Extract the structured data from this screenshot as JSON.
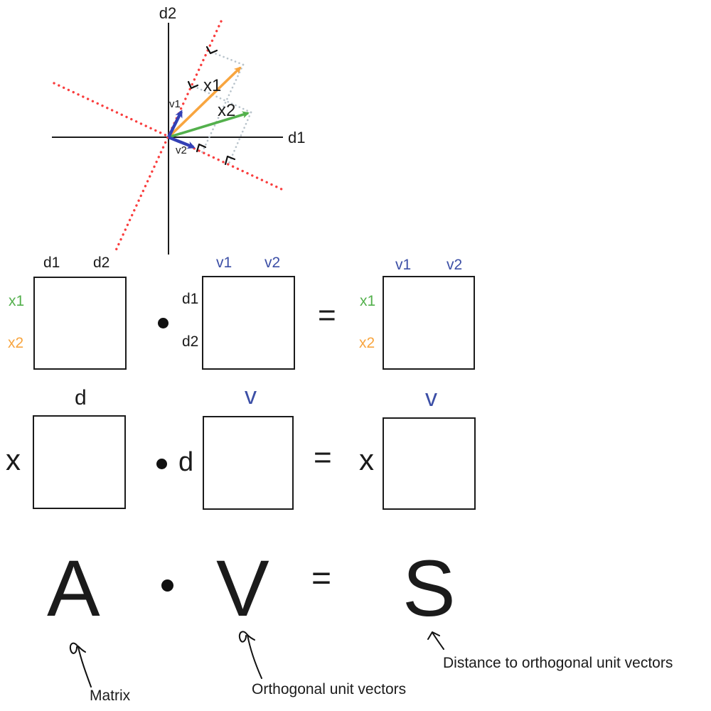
{
  "colors": {
    "ink": "#1b1b1b",
    "orange": "#F8A53F",
    "green": "#53B04C",
    "blue_label": "#3C4FA6",
    "blue_vector": "#3340B5",
    "red_dotted": "#F93E3E",
    "gray_dotted": "#B8C3CB"
  },
  "plot": {
    "x_axis_label": "d1",
    "y_axis_label": "d2",
    "v1_label": "v1",
    "v2_label": "v2",
    "x1_label": "x1",
    "x2_label": "x2"
  },
  "row1": {
    "left": {
      "col1": "d1",
      "col2": "d2",
      "row1": "x1",
      "row2": "x2"
    },
    "dot": "•",
    "mid": {
      "col1": "v1",
      "col2": "v2",
      "row1": "d1",
      "row2": "d2"
    },
    "equals": "=",
    "right": {
      "col1": "v1",
      "col2": "v2",
      "row1": "x1",
      "row2": "x2"
    }
  },
  "row2": {
    "left_row_label": "x",
    "left_col_header": "d",
    "dot": "•",
    "mid_left_label": "d",
    "mid_col_header": "v",
    "equals": "=",
    "right_row_label": "x",
    "right_col_header": "v"
  },
  "equation": {
    "lhs": "A",
    "dot": "•",
    "rhs": "V",
    "equals": "=",
    "result": "S"
  },
  "annotations": {
    "matrix": "Matrix",
    "orthogonal": "Orthogonal unit vectors",
    "distance": "Distance to orthogonal unit vectors"
  }
}
